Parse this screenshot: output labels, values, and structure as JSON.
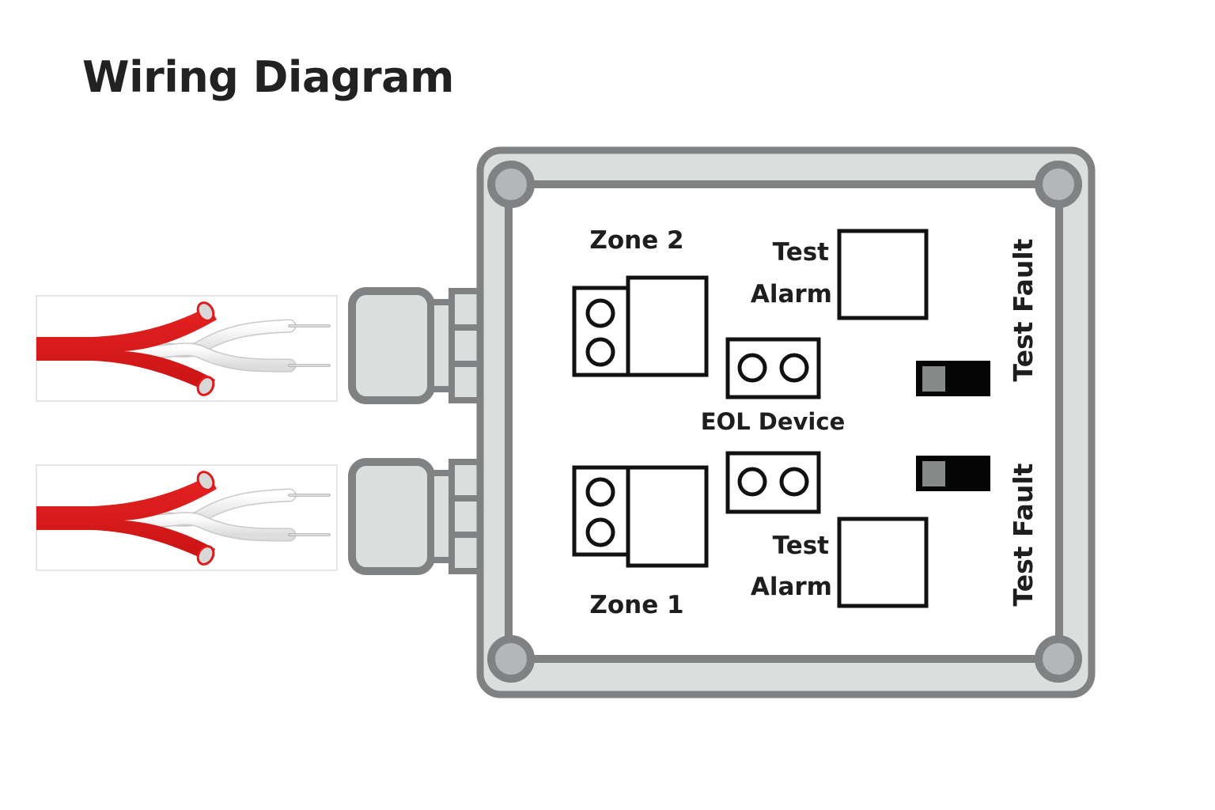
{
  "title": "Wiring Diagram",
  "colors": {
    "cable_jacket": "#e01b1b",
    "enclosure_stroke": "#7f8183",
    "enclosure_fill": "#dcdddd",
    "screw_fill": "#b4b6b7",
    "component_stroke": "#111111",
    "switch_body": "#050505",
    "switch_knob": "#858a89"
  },
  "cables": [
    {
      "name": "zone-2-cable",
      "conductors": 2
    },
    {
      "name": "zone-1-cable",
      "conductors": 2
    }
  ],
  "enclosure": {
    "zones": [
      {
        "label": "Zone 2",
        "terminals": 2
      },
      {
        "label": "Zone 1",
        "terminals": 2
      }
    ],
    "eol_device": {
      "label": "EOL Device",
      "units": 2,
      "terminals_each": 2
    },
    "test_alarm": [
      {
        "line1": "Test",
        "line2": "Alarm"
      },
      {
        "line1": "Test",
        "line2": "Alarm"
      }
    ],
    "test_fault": [
      {
        "label": "Test Fault",
        "switch_state": "left"
      },
      {
        "label": "Test Fault",
        "switch_state": "left"
      }
    ]
  }
}
